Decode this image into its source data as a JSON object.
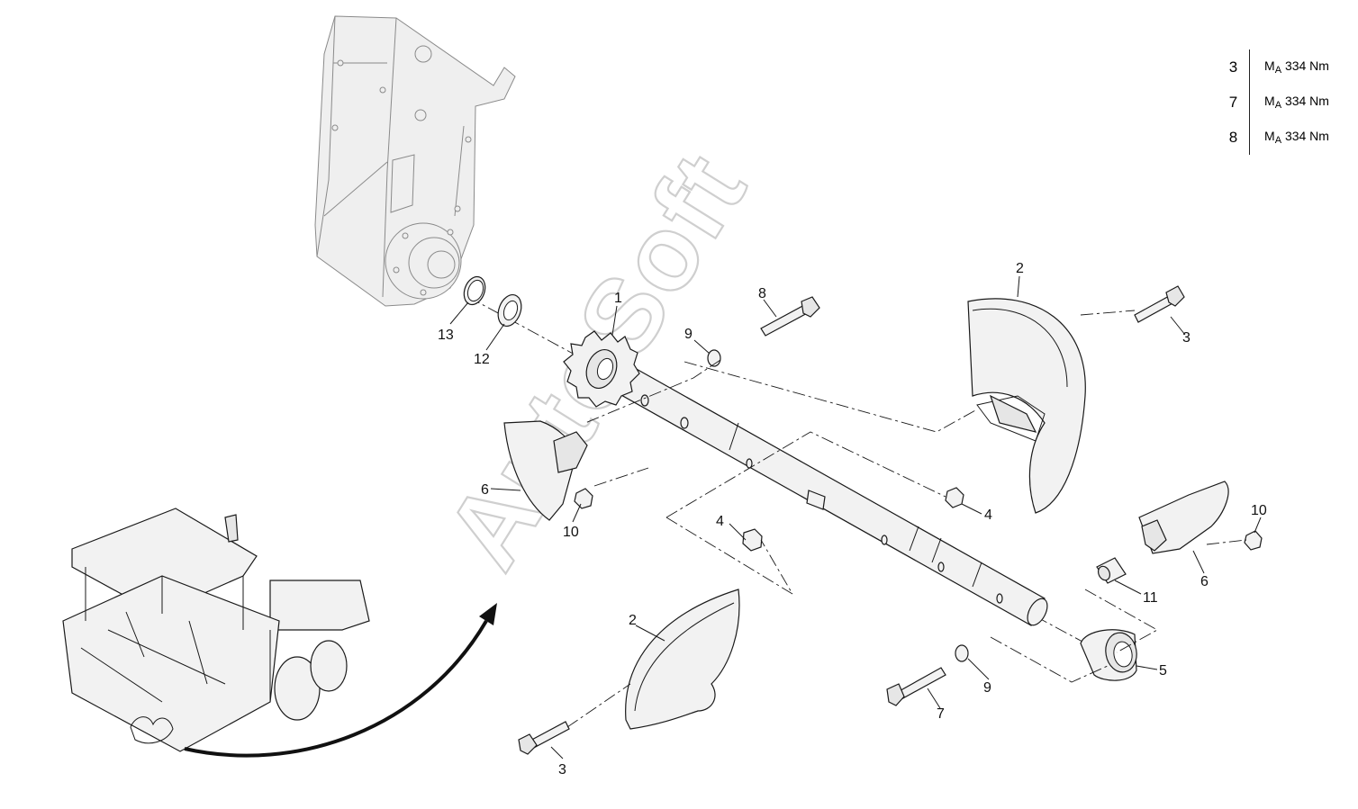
{
  "torque_table": {
    "rows": [
      {
        "item": "3",
        "symbol": "M",
        "subscript": "A",
        "value": "334 Nm"
      },
      {
        "item": "7",
        "symbol": "M",
        "subscript": "A",
        "value": "334 Nm"
      },
      {
        "item": "8",
        "symbol": "M",
        "subscript": "A",
        "value": "334 Nm"
      }
    ]
  },
  "watermark": "AutoSoft",
  "callouts": {
    "c1": "1",
    "c2a": "2",
    "c2b": "2",
    "c3a": "3",
    "c3b": "3",
    "c4a": "4",
    "c4b": "4",
    "c5": "5",
    "c6a": "6",
    "c6b": "6",
    "c7": "7",
    "c8": "8",
    "c9a": "9",
    "c9b": "9",
    "c10a": "10",
    "c10b": "10",
    "c11": "11",
    "c12": "12",
    "c13": "13"
  }
}
